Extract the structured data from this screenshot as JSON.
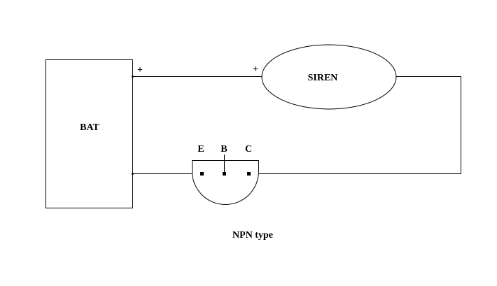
{
  "diagram": {
    "battery": {
      "label": "BAT"
    },
    "siren": {
      "label": "SIREN"
    },
    "polarity": {
      "battery_plus": "+",
      "siren_plus": "+"
    },
    "transistor": {
      "pins": {
        "emitter": "E",
        "base": "B",
        "collector": "C"
      },
      "caption": "NPN type"
    },
    "colors": {
      "line": "#000000",
      "background": "#ffffff"
    }
  }
}
